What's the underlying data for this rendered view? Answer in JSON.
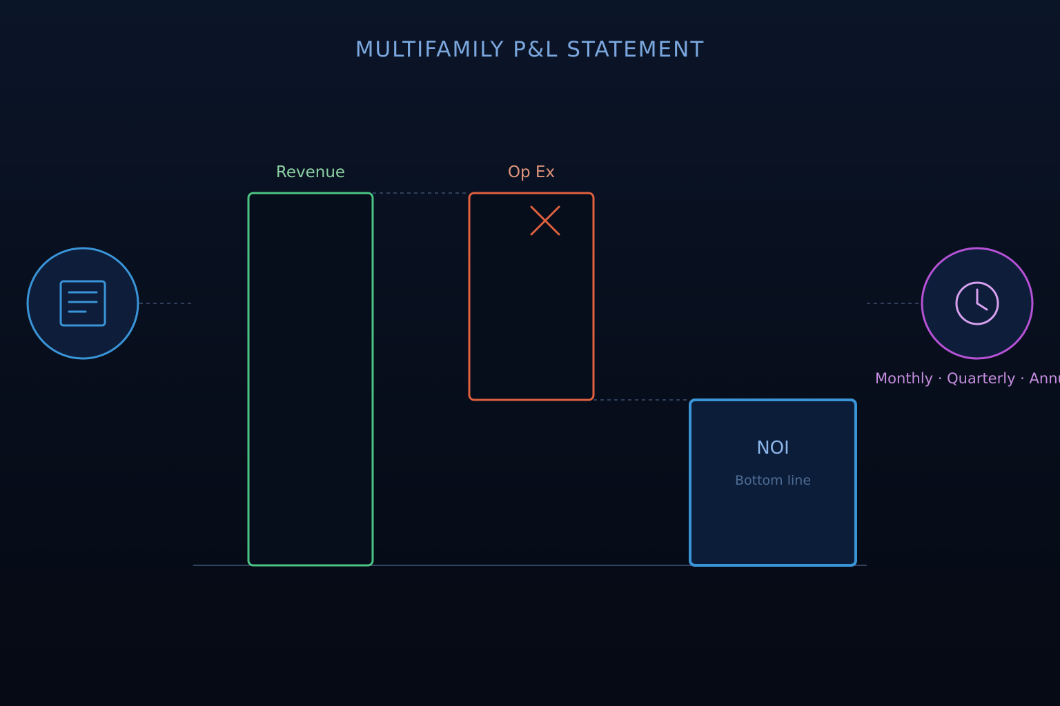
{
  "title": "MULTIFAMILY P&L STATEMENT",
  "blocks": {
    "revenue": {
      "label": "Revenue",
      "color": "#4cc483"
    },
    "opex": {
      "label": "Op Ex",
      "color": "#e0613f"
    },
    "noi": {
      "label": "NOI",
      "sublabel": "Bottom line",
      "color": "#3a95d8"
    }
  },
  "left_node": {
    "icon": "document-icon",
    "color": "#3a95d8"
  },
  "right_node": {
    "icon": "clock-icon",
    "color": "#b552d6",
    "label": "Monthly · Quarterly · Annual"
  },
  "colors": {
    "background": "#0b1528",
    "title": "#7ba7de",
    "connector": "#3e5170",
    "baseline": "#33445f"
  }
}
